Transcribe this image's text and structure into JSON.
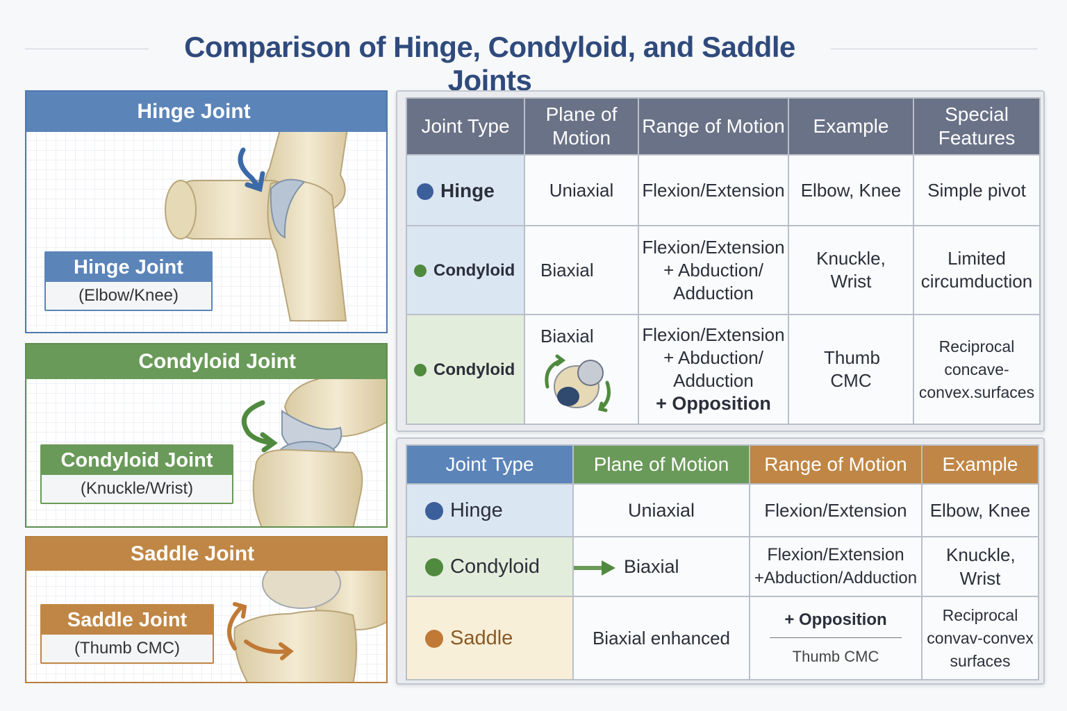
{
  "title": "Comparison of Hinge, Condyloid, and Saddle Joints",
  "colors": {
    "blue": "#5b84b9",
    "green": "#6a9a59",
    "orange": "#c08645",
    "header_gray": "#6a7287"
  },
  "panels": {
    "hinge": {
      "header": "Hinge Joint",
      "label_title": "Hinge Joint",
      "label_sub": "(Elbow/Knee)",
      "icon": "hinge-bone-illustration"
    },
    "condyloid": {
      "header": "Condyloid Joint",
      "label_title": "Condyloid Joint",
      "label_sub": "(Knuckle/Wrist)",
      "icon": "condyloid-bone-illustration"
    },
    "saddle": {
      "header": "Saddle Joint",
      "label_title": "Saddle Joint",
      "label_sub": "(Thumb CMC)",
      "icon": "saddle-bone-illustration"
    }
  },
  "table1": {
    "headers": [
      "Joint Type",
      "Plane of Motion",
      "Range of Motion",
      "Example",
      "Special Features"
    ],
    "rows": [
      {
        "type": "Hinge",
        "plane": "Uniaxial",
        "range": [
          "Flexion/Extension"
        ],
        "example": "Elbow, Knee",
        "features": "Simple pivot"
      },
      {
        "type": "Condyloid",
        "plane": "Biaxial",
        "range": [
          "Flexion/Extension",
          "+ Abduction/",
          "Adduction"
        ],
        "example": "Knuckle, Wrist",
        "features": "Limited circumduction"
      },
      {
        "type": "Condyloid",
        "plane": "Biaxial",
        "range": [
          "Flexion/Extension",
          "+ Abduction/",
          "Adduction",
          "+ Opposition"
        ],
        "example": "Thumb CMC",
        "features": "Reciprocal concave-convex.surfaces"
      }
    ]
  },
  "table2": {
    "headers": [
      "Joint Type",
      "Plane of Motion",
      "Range of Motion",
      "Example"
    ],
    "rows": [
      {
        "type": "Hinge",
        "plane": "Uniaxial",
        "range": [
          "Flexion/Extension"
        ],
        "example": "Elbow, Knee"
      },
      {
        "type": "Condyloid",
        "plane": "Biaxial",
        "range": [
          "Flexion/Extension",
          "+Abduction/Adduction"
        ],
        "example": "Knuckle, Wrist"
      },
      {
        "type": "Saddle",
        "plane": "Biaxial enhanced",
        "range": [
          "+ Opposition",
          "Thumb CMC"
        ],
        "example": "Reciprocal convav-convex surfaces"
      }
    ]
  }
}
